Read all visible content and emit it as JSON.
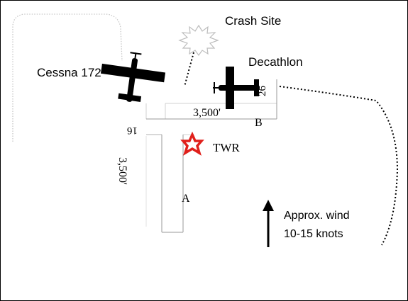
{
  "labels": {
    "crash_site": "Crash Site",
    "decathlon": "Decathlon",
    "cessna": "Cessna 172",
    "rwy_16": "16",
    "rwy_26": "26",
    "rwy_a_length": "3,500'",
    "rwy_b_length": "3,500'",
    "taxi_a": "A",
    "taxi_b": "B",
    "tower": "TWR",
    "wind_line1": "Approx. wind",
    "wind_line2": "10-15 knots"
  },
  "colors": {
    "line": "#000000",
    "runway_edge": "#bdbdbd",
    "tower_star": "#e0201b",
    "crash_burst": "#bdbdbd",
    "aircraft": "#000000"
  },
  "icons": {
    "crash": "burst-icon",
    "tower": "star-icon",
    "aircraft": "airplane-icon",
    "wind": "arrow-up-icon"
  }
}
